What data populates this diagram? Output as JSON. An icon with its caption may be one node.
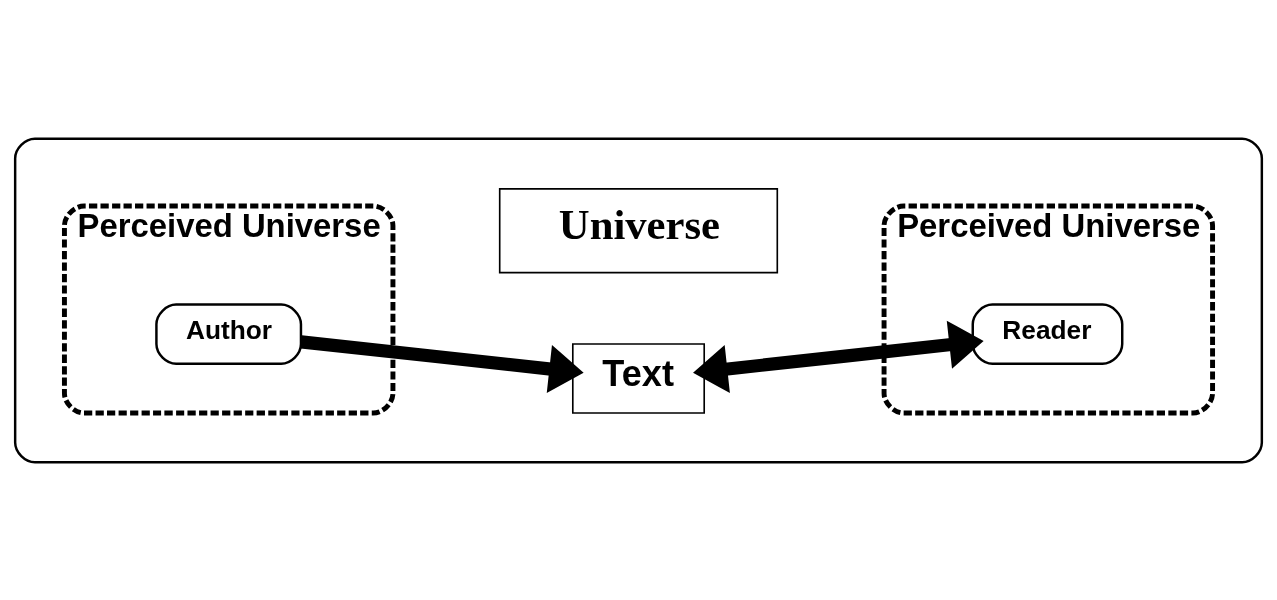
{
  "diagram": {
    "nodes": [
      {
        "text": [],
        "shape": "box"
      },
      {
        "text": [
          "Universe"
        ],
        "in": 0
      },
      {
        "text": [
          "Perceived Universe"
        ],
        "in": 0
      },
      {
        "text": [
          "Author"
        ],
        "in": 2
      },
      {
        "text": [
          "Text"
        ],
        "in": 0
      },
      {
        "text": [
          "Perceived Universe"
        ],
        "in": 0
      },
      {
        "text": [
          "Reader"
        ],
        "in": 5
      }
    ],
    "edges": [
      {
        "from": 3,
        "to": 4,
        "arrow": "to"
      },
      {
        "from": 4,
        "to": 6,
        "arrow": "both"
      }
    ]
  }
}
